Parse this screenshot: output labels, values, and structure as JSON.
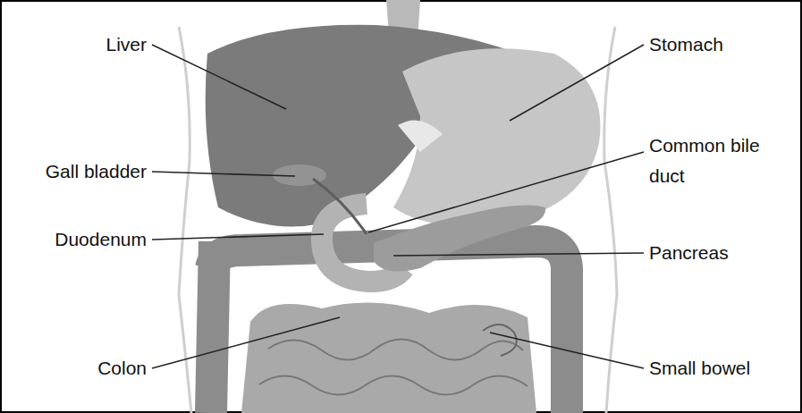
{
  "diagram": {
    "labels": [
      "Liver",
      "Gall bladder",
      "Duodenum",
      "Colon",
      "Stomach",
      "Common bile duct",
      "Pancreas",
      "Small bowel"
    ]
  }
}
